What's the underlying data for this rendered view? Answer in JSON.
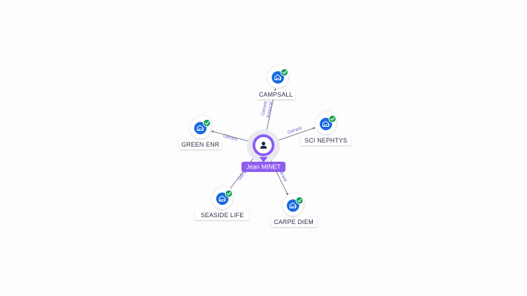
{
  "center": {
    "name": "Jean MINET",
    "icon": "person-icon"
  },
  "companies": [
    {
      "id": "campsall",
      "name": "CAMPSALL",
      "relations": [
        "Gérant",
        "Associé"
      ],
      "verified": true
    },
    {
      "id": "sci-nephtys",
      "name": "SCI NEPHTYS",
      "relations": [
        "Gérant"
      ],
      "verified": true
    },
    {
      "id": "carpe-diem",
      "name": "CARPE DIEM",
      "relations": [
        "Gérant"
      ],
      "verified": true
    },
    {
      "id": "seaside-life",
      "name": "SEASIDE LIFE",
      "relations": [
        "Gérant"
      ],
      "verified": true
    },
    {
      "id": "green-enr",
      "name": "GREEN ENR",
      "relations": [
        "Gérant"
      ],
      "verified": true
    }
  ],
  "colors": {
    "center_purple": "#8b5cf6",
    "center_label_bg": "#8e5cf0",
    "company_blue": "#1769e0",
    "check_green": "#17a05a",
    "edge_gray": "#6c6f7d",
    "edge_label": "#6b6ad0"
  },
  "icons": {
    "company": "building-icon",
    "verified": "check-badge-icon"
  }
}
